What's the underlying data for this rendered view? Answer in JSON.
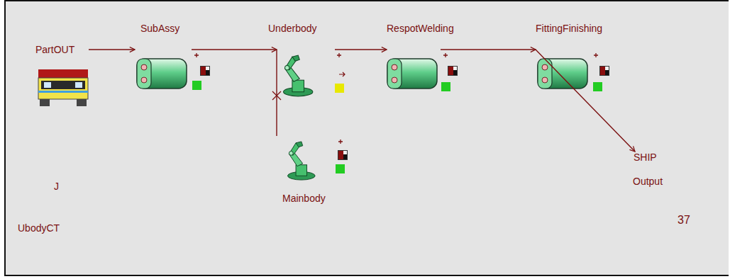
{
  "diagram": {
    "nodes": [
      {
        "text": [
          "PartOUT"
        ]
      },
      {
        "text": [
          "SubAssy"
        ]
      },
      {
        "text": [
          "Underbody"
        ]
      },
      {
        "text": [
          "RespotWelding"
        ]
      },
      {
        "text": [
          "FittingFinishing"
        ]
      },
      {
        "text": [
          "Mainbody"
        ]
      },
      {
        "text": [
          "SHIP"
        ]
      }
    ],
    "edges": [
      {
        "from": 0,
        "to": 1,
        "arrow": "to"
      },
      {
        "from": 1,
        "to": 2,
        "arrow": "to"
      },
      {
        "from": 2,
        "to": 3,
        "arrow": "to"
      },
      {
        "from": 3,
        "to": 4,
        "arrow": "to"
      },
      {
        "from": 4,
        "to": 6,
        "arrow": "to"
      },
      {
        "from": 5,
        "to": 2,
        "arrow": "none"
      }
    ],
    "labels": [
      "J",
      "UbodyCT",
      "Output",
      "37"
    ]
  }
}
